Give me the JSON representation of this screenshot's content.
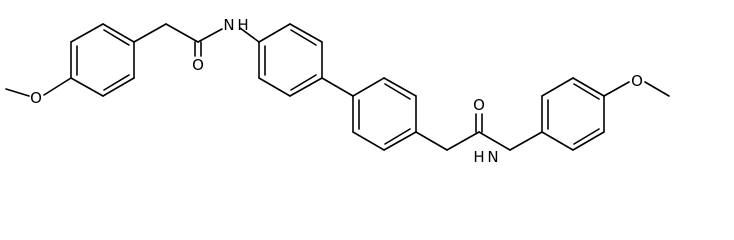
{
  "structure": {
    "atoms": {
      "o_methoxy_left": "O",
      "n_amide_left": "N",
      "h_amide_left": "H",
      "o_carbonyl_left": "O",
      "o_carbonyl_right": "O",
      "n_amide_right": "N",
      "h_amide_right": "H",
      "o_methoxy_right": "O"
    }
  },
  "colors": {
    "bond": "#000000",
    "label": "#000000"
  }
}
